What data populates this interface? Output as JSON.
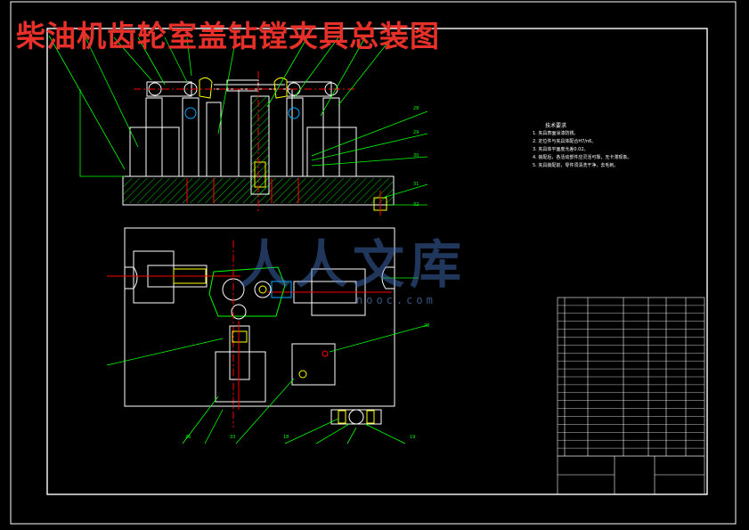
{
  "drawing": {
    "title": "柴油机齿轮室盖钻镗夹具总装图",
    "title_color": "#e8302a",
    "frame_color": "#ffffff",
    "line_color": "#00ff00"
  },
  "watermark": {
    "text": "人人文库",
    "url": "nooc.com",
    "color": "#4a78c8"
  },
  "technical_notes": {
    "heading": "技术要求",
    "items": [
      "1. 夹具表面涂漆防锈。",
      "2. 定位件与夹具体配合H7/n6。",
      "3. 夹具体平面度允差0.02。",
      "4. 装配后，各活动部件应灵活可靠，无卡滞现象。",
      "5. 夹具装配前，零件须清洗干净，去毛刺。"
    ]
  },
  "balloons": {
    "top": [
      "28",
      "29",
      "30",
      "31",
      "32"
    ],
    "bottom": [
      "26",
      "33",
      "18",
      "19"
    ],
    "right_top": "28"
  }
}
